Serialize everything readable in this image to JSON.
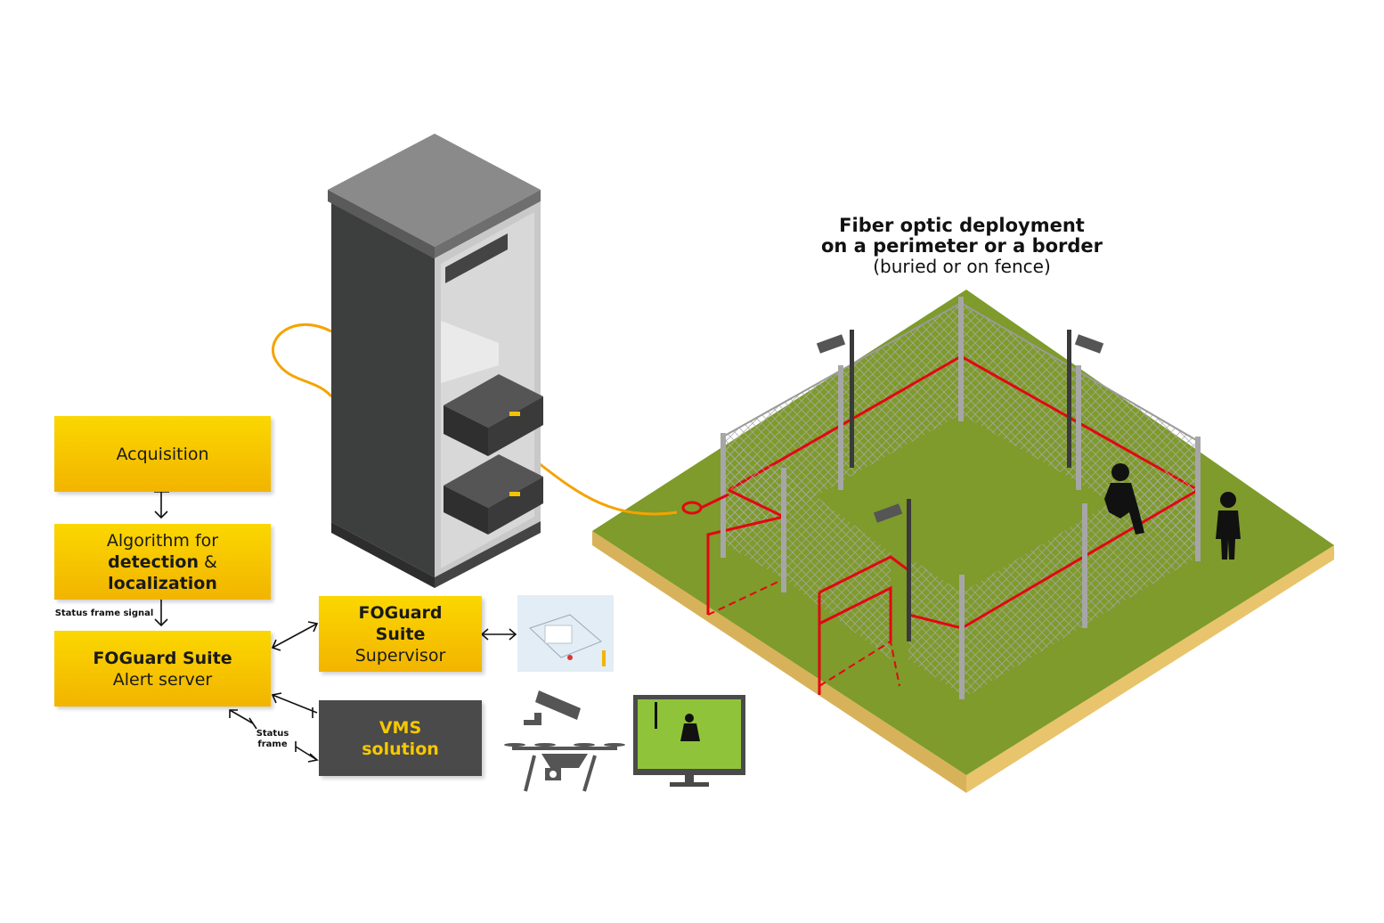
{
  "title": {
    "line1": "Fiber optic deployment",
    "line2": "on a perimeter or a border",
    "line3": "(buried or on fence)"
  },
  "boxes": {
    "acquisition": "Acquisition",
    "algorithm": {
      "line1": "Algorithm for",
      "bold1": "detection",
      "amp": " &",
      "bold2": "localization"
    },
    "alert_server": {
      "bold": "FOGuard Suite",
      "sub": "Alert server"
    },
    "supervisor": {
      "bold1": "FOGuard",
      "bold2": "Suite",
      "sub": "Supervisor"
    },
    "vms": {
      "line1": "VMS",
      "line2": "solution"
    }
  },
  "labels": {
    "status_frame_signal": "Status frame signal",
    "status_frame_1": "Status",
    "status_frame_2": "frame"
  },
  "icons": [
    "server-rack-icon",
    "fiber-cable-icon",
    "fence-perimeter-icon",
    "security-camera-icon",
    "intruder-icon",
    "person-icon",
    "drone-icon",
    "monitor-icon",
    "supervisor-screenshot-icon"
  ],
  "colors": {
    "accent_yellow": "#f6c800",
    "dark_box": "#4a4a4a",
    "grass": "#7e9b2b",
    "fiber_red": "#e30613",
    "cable_orange": "#f5a300"
  }
}
